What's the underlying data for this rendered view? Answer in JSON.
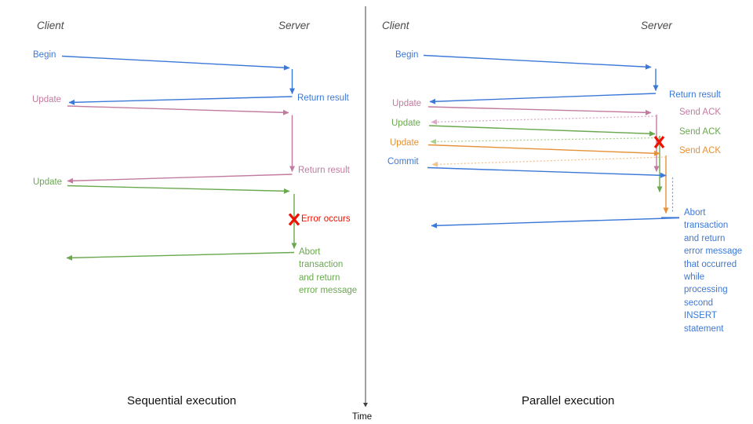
{
  "colors": {
    "blue": "#3c78d8",
    "blue_light": "#6d9eeb",
    "pink": "#c27ba0",
    "pink_light": "#dcaac8",
    "green": "#6aa84f",
    "green_light": "#a9d18e",
    "orange": "#e69138",
    "orange_light": "#f5c38c",
    "red": "#f01000",
    "divider": "#3f3f3f",
    "header_gray": "#4a4a4a"
  },
  "left_panel": {
    "caption": "Sequential execution",
    "client_header": "Client",
    "server_header": "Server",
    "begin_label": "Begin",
    "return_result_1_label": "Return result",
    "update_1_label": "Update",
    "return_result_2_label": "Return result",
    "update_2_label": "Update",
    "error_label": "Error occurs",
    "abort_label": "Abort\ntransaction\nand return\nerror message"
  },
  "right_panel": {
    "caption": "Parallel execution",
    "client_header": "Client",
    "server_header": "Server",
    "begin_label": "Begin",
    "return_result_label": "Return result",
    "update_1_label": "Update",
    "send_ack_1_label": "Send ACK",
    "update_2_label": "Update",
    "send_ack_2_label": "Send ACK",
    "update_3_label": "Update",
    "send_ack_3_label": "Send ACK",
    "commit_label": "Commit",
    "abort_label": "Abort\ntransaction\nand return\nerror message\nthat occurred\nwhile\nprocessing\nsecond\nINSERT\nstatement"
  },
  "time_axis": {
    "label": "Time"
  }
}
